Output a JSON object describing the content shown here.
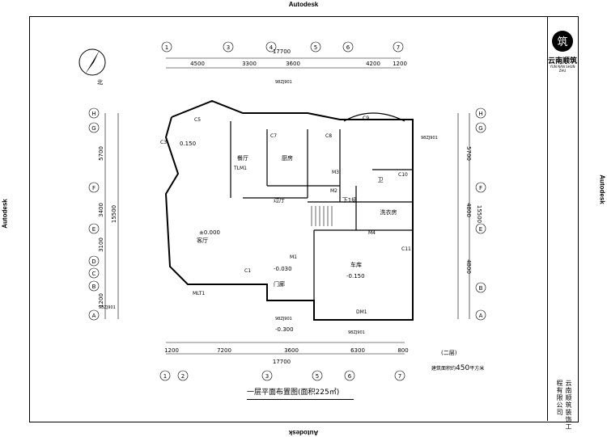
{
  "frame": {
    "edge_label": "Autodesk"
  },
  "title_block": {
    "logo_glyph": "筑",
    "company_name": "云南顺筑",
    "company_pinyin": "YUN NAN SHUN ZHU",
    "company_full": "云南顺筑装饰工程有限公司"
  },
  "drawing": {
    "title": "一层平面布置图(面积225㎡)",
    "floor_tag": "(二层)",
    "north_label": "北",
    "plot_area_prefix": "建筑面积约",
    "plot_area_value": "450",
    "plot_area_suffix": "平方米",
    "overall_width": "17700",
    "overall_depth": "15500",
    "column_axes": [
      "1",
      "2",
      "3",
      "4",
      "5",
      "6",
      "7"
    ],
    "row_axes": [
      "H",
      "G",
      "F",
      "E",
      "D",
      "C",
      "B",
      "A"
    ],
    "top_dims": [
      "4500",
      "3300",
      "3600",
      "4200",
      "1200"
    ],
    "bottom_dims": [
      "1200",
      "7200",
      "3600",
      "6300",
      "800"
    ],
    "bottom_total": "17700",
    "top_total": "17700",
    "left_dims": [
      "5700",
      "3400",
      "3100",
      "1200"
    ],
    "right_dims": [
      "4800",
      "4800",
      "5700"
    ],
    "rooms": [
      {
        "name": "客厅"
      },
      {
        "name": "餐厅"
      },
      {
        "name": "厨房"
      },
      {
        "name": "过厅"
      },
      {
        "name": "车库"
      },
      {
        "name": "门廊"
      },
      {
        "name": "洗衣房"
      },
      {
        "name": "卫"
      },
      {
        "name": "下1级"
      }
    ],
    "levels": [
      "±0.000",
      "-0.030",
      "-0.150",
      "-0.300",
      "0.150"
    ],
    "door_labels": [
      "M1",
      "M2",
      "M3",
      "M4",
      "DM1",
      "TLM1",
      "MLT1"
    ],
    "window_labels": [
      "C1",
      "C3",
      "C5",
      "C7",
      "C8",
      "C9",
      "C10",
      "C11"
    ],
    "note_std": "98ZJ901"
  }
}
